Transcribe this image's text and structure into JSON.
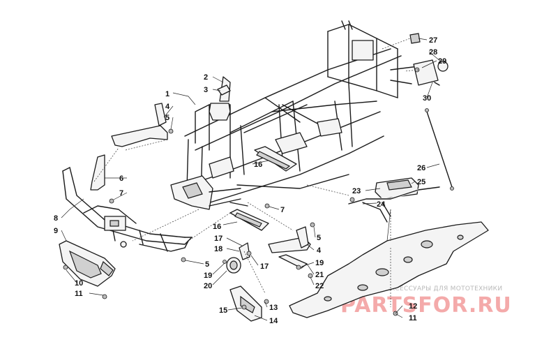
{
  "diagram": {
    "callouts": [
      {
        "id": "c1",
        "label": "1"
      },
      {
        "id": "c2",
        "label": "2"
      },
      {
        "id": "c3",
        "label": "3"
      },
      {
        "id": "c4a",
        "label": "4"
      },
      {
        "id": "c5a",
        "label": "5"
      },
      {
        "id": "c6",
        "label": "6"
      },
      {
        "id": "c7a",
        "label": "7"
      },
      {
        "id": "c8",
        "label": "8"
      },
      {
        "id": "c9",
        "label": "9"
      },
      {
        "id": "c10",
        "label": "10"
      },
      {
        "id": "c11a",
        "label": "11"
      },
      {
        "id": "c16a",
        "label": "16"
      },
      {
        "id": "c7b",
        "label": "7"
      },
      {
        "id": "c16b",
        "label": "16"
      },
      {
        "id": "c17a",
        "label": "17"
      },
      {
        "id": "c18",
        "label": "18"
      },
      {
        "id": "c5b",
        "label": "5"
      },
      {
        "id": "c19a",
        "label": "19"
      },
      {
        "id": "c20",
        "label": "20"
      },
      {
        "id": "c17b",
        "label": "17"
      },
      {
        "id": "c5c",
        "label": "5"
      },
      {
        "id": "c4b",
        "label": "4"
      },
      {
        "id": "c19b",
        "label": "19"
      },
      {
        "id": "c21",
        "label": "21"
      },
      {
        "id": "c22",
        "label": "22"
      },
      {
        "id": "c15",
        "label": "15"
      },
      {
        "id": "c13",
        "label": "13"
      },
      {
        "id": "c14",
        "label": "14"
      },
      {
        "id": "c23",
        "label": "23"
      },
      {
        "id": "c24",
        "label": "24"
      },
      {
        "id": "c25",
        "label": "25"
      },
      {
        "id": "c26",
        "label": "26"
      },
      {
        "id": "c27",
        "label": "27"
      },
      {
        "id": "c28",
        "label": "28"
      },
      {
        "id": "c29",
        "label": "29"
      },
      {
        "id": "c30",
        "label": "30"
      },
      {
        "id": "c12",
        "label": "12"
      },
      {
        "id": "c11b",
        "label": "11"
      }
    ]
  },
  "watermark": {
    "subtitle": "ЗАПЧАСТИ И АКСЕССУАРЫ ДЛЯ МОТОТЕХНИКИ",
    "brand": "PARTSFOR.RU"
  },
  "colors": {
    "line": "#1a1a1a",
    "watermark_brand": "#f4aaaa",
    "watermark_sub": "#b9b9b9"
  }
}
